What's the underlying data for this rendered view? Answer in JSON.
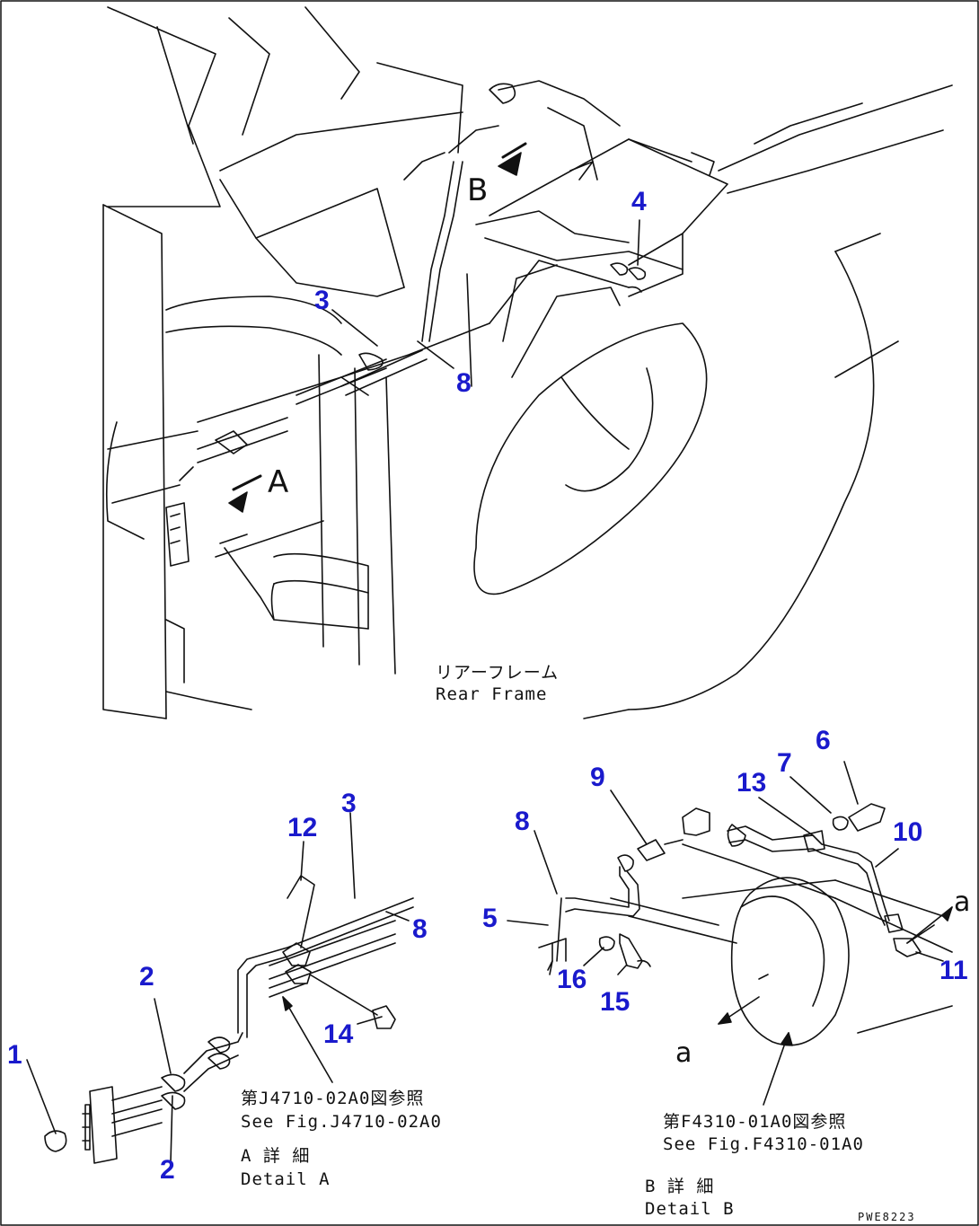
{
  "callouts": {
    "c1": "1",
    "c2a": "2",
    "c2b": "2",
    "c3a": "3",
    "c3b": "3",
    "c4": "4",
    "c5": "5",
    "c6": "6",
    "c7": "7",
    "c8a": "8",
    "c8b": "8",
    "c8c": "8",
    "c9": "9",
    "c10": "10",
    "c11": "11",
    "c12": "12",
    "c13": "13",
    "c14": "14",
    "c15": "15",
    "c16": "16"
  },
  "view_letters": {
    "A": "A",
    "B": "B"
  },
  "section_letters": {
    "a_left": "a",
    "a_right": "a"
  },
  "captions": {
    "rear_frame_jp": "リアーフレーム",
    "rear_frame_en": "Rear Frame",
    "ref_a_jp": "第J4710-02A0図参照",
    "ref_a_en": "See Fig.J4710-02A0",
    "detail_a_jp": "A 詳 細",
    "detail_a_en": "Detail A",
    "ref_b_jp": "第F4310-01A0図参照",
    "ref_b_en": "See Fig.F4310-01A0",
    "detail_b_jp": "B 詳 細",
    "detail_b_en": "Detail B"
  },
  "drawing_code": "PWE8223",
  "colors": {
    "callout": "#1a1acc",
    "line": "#111111",
    "background": "#ffffff"
  }
}
